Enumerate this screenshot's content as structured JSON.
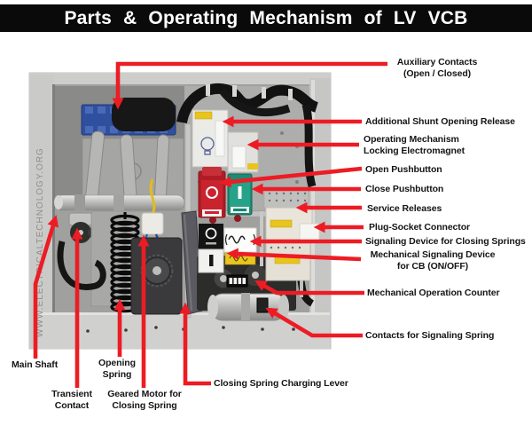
{
  "title": "Parts & Operating Mechanism of LV VCB",
  "photo": {
    "watermark": "WWW.ELECTRICALTECHNOLOGY.ORG"
  },
  "colors": {
    "arrow_red": "#ed1c24",
    "title_bg": "#0a0a0a",
    "title_text": "#ffffff",
    "frame_gray": "#c8c8c6",
    "open_button_red": "#c9242e",
    "close_button_green": "#25a287",
    "aux_block_blue": "#2f4f9f",
    "sticker_yellow": "#e8c41c"
  },
  "callouts": {
    "aux": {
      "line1": "Auxiliary Contacts",
      "line2": "(Open / Closed)"
    },
    "shunt": {
      "line1": "Additional Shunt Opening Release"
    },
    "electromagnet": {
      "line1": "Operating Mechanism",
      "line2": "Locking Electromagnet"
    },
    "open_pb": {
      "line1": "Open Pushbutton"
    },
    "close_pb": {
      "line1": "Close Pushbutton"
    },
    "service": {
      "line1": "Service Releases"
    },
    "plug": {
      "line1": "Plug-Socket Connector"
    },
    "sig_springs": {
      "line1": "Signaling Device for Closing Springs"
    },
    "mech_sig": {
      "line1": "Mechanical Signaling Device",
      "line2": "for CB (ON/OFF)"
    },
    "counter": {
      "line1": "Mechanical Operation Counter"
    },
    "contacts_spring": {
      "line1": "Contacts for Signaling Spring"
    },
    "main_shaft": {
      "line1": "Main Shaft"
    },
    "transient": {
      "line1": "Transient",
      "line2": "Contact"
    },
    "opening_spring": {
      "line1": "Opening",
      "line2": "Spring"
    },
    "geared_motor": {
      "line1": "Geared Motor for",
      "line2": "Closing Spring"
    },
    "charging_lever": {
      "line1": "Closing Spring Charging Lever"
    }
  }
}
